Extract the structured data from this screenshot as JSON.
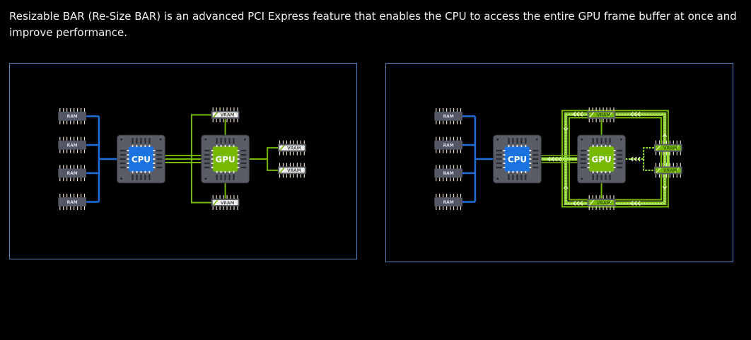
{
  "intro_text": "Resizable BAR (Re-Size BAR) is an advanced PCI Express feature that enables the CPU to access the entire GPU frame buffer at once and improve performance.",
  "colors": {
    "background": "#000000",
    "panel_border": "#4f7fc4",
    "cpu_blue": "#1a73e0",
    "ram_link_blue": "#1e6fd9",
    "gpu_green": "#76b900",
    "bright_green": "#9be23a",
    "chip_grey": "#5a5d66",
    "ram_grey": "#545866",
    "pin_cream": "#efe0c8"
  },
  "diagrams": [
    {
      "id": "without-rebar",
      "cpu_label": "CPU",
      "gpu_label": "GPU",
      "ram_modules": [
        "RAM",
        "RAM",
        "RAM",
        "RAM"
      ],
      "vram_modules": [
        "VRAM",
        "VRAM",
        "VRAM",
        "VRAM"
      ],
      "data_flow_active": false
    },
    {
      "id": "with-rebar",
      "cpu_label": "CPU",
      "gpu_label": "GPU",
      "ram_modules": [
        "RAM",
        "RAM",
        "RAM",
        "RAM"
      ],
      "vram_modules": [
        "VRAM",
        "VRAM",
        "VRAM",
        "VRAM"
      ],
      "data_flow_active": true
    }
  ]
}
